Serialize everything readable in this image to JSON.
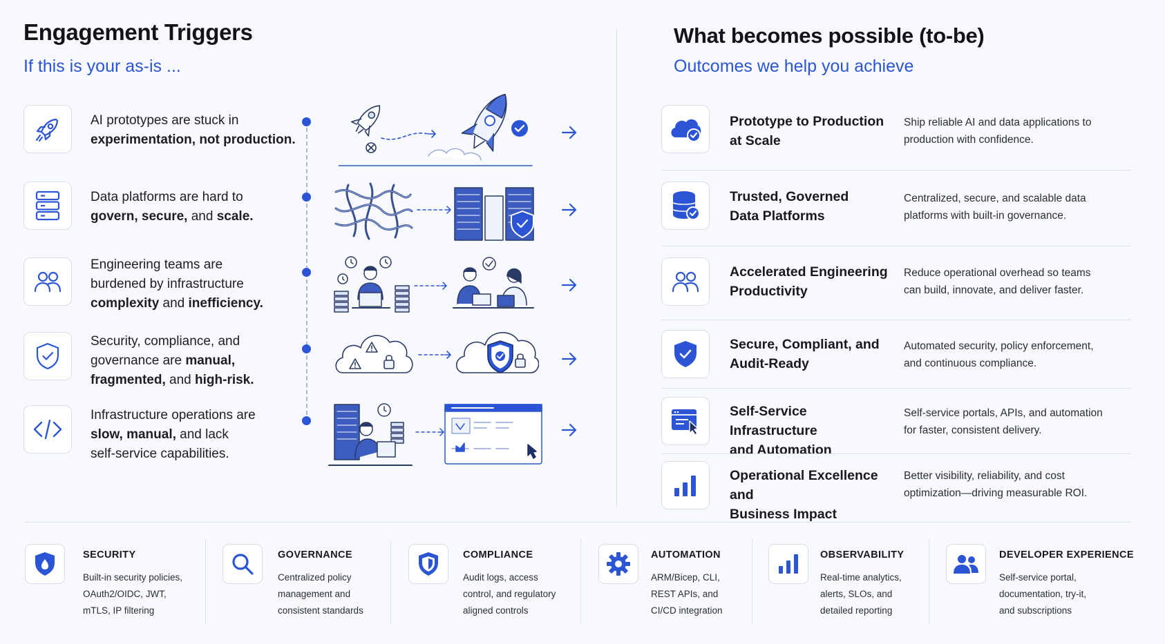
{
  "left": {
    "title": "Engagement Triggers",
    "subtitle": "If this is your as-is ...",
    "triggers": [
      {
        "icon": "rocket-icon",
        "line1": "AI prototypes are stuck in",
        "bold1": "experimentation, not production."
      },
      {
        "icon": "server-stack-icon",
        "line1": "Data platforms are hard to",
        "bold1": "govern, secure,",
        "mid1": " and ",
        "bold2": "scale."
      },
      {
        "icon": "users-icon",
        "line1": "Engineering teams are",
        "line2": "burdened by infrastructure",
        "bold1": "complexity",
        "mid1": " and ",
        "bold2": "inefficiency."
      },
      {
        "icon": "shield-check-icon",
        "line1": "Security, compliance, and",
        "line2a": "governance are ",
        "bold0": "manual,",
        "bold1": "fragmented,",
        "mid1": " and ",
        "bold2": "high-risk."
      },
      {
        "icon": "code-icon",
        "line1": "Infrastructure operations are",
        "bold1": "slow, manual,",
        "mid1": " and lack",
        "line3": "self-service capabilities."
      }
    ]
  },
  "right": {
    "title": "What becomes possible (to-be)",
    "subtitle": "Outcomes we help you achieve",
    "outcomes": [
      {
        "icon": "cloud-check-icon",
        "title1": "Prototype to Production",
        "title2": "at Scale",
        "desc1": "Ship reliable AI and data applications to",
        "desc2": "production with confidence."
      },
      {
        "icon": "database-check-icon",
        "title1": "Trusted, Governed",
        "title2": "Data Platforms",
        "desc1": "Centralized, secure, and scalable data",
        "desc2": "platforms with built-in governance."
      },
      {
        "icon": "users-icon",
        "title1": "Accelerated Engineering",
        "title2": "Productivity",
        "desc1": "Reduce operational overhead so teams",
        "desc2": "can build, innovate, and deliver faster."
      },
      {
        "icon": "shield-check-icon",
        "title1": "Secure, Compliant, and",
        "title2": "Audit-Ready",
        "desc1": "Automated security, policy enforcement,",
        "desc2": "and continuous compliance."
      },
      {
        "icon": "portal-cursor-icon",
        "title1": "Self-Service Infrastructure",
        "title2": "and Automation",
        "desc1": "Self-service portals, APIs, and automation",
        "desc2": "for faster, consistent delivery."
      },
      {
        "icon": "bar-chart-icon",
        "title1": "Operational Excellence and",
        "title2": "Business Impact",
        "desc1": "Better visibility, reliability, and cost",
        "desc2": "optimization—driving measurable ROI."
      }
    ]
  },
  "capabilities": [
    {
      "icon": "shield-icon",
      "title": "SECURITY",
      "lines": [
        "Built-in security policies,",
        "OAuth2/OIDC, JWT,",
        "mTLS, IP filtering"
      ]
    },
    {
      "icon": "search-icon",
      "title": "GOVERNANCE",
      "lines": [
        "Centralized policy",
        "management and",
        "consistent standards"
      ]
    },
    {
      "icon": "shield-outline-icon",
      "title": "COMPLIANCE",
      "lines": [
        "Audit logs, access",
        "control, and regulatory",
        "aligned controls"
      ]
    },
    {
      "icon": "gear-icon",
      "title": "AUTOMATION",
      "lines": [
        "ARM/Bicep, CLI,",
        "REST APIs, and",
        "CI/CD integration"
      ]
    },
    {
      "icon": "bar-chart-icon",
      "title": "OBSERVABILITY",
      "lines": [
        "Real-time analytics,",
        "alerts, SLOs, and",
        "detailed reporting"
      ]
    },
    {
      "icon": "users-icon",
      "title": "DEVELOPER EXPERIENCE",
      "lines": [
        "Self-service portal,",
        "documentation, try-it,",
        "and subscriptions"
      ]
    }
  ],
  "colors": {
    "accent": "#2b55d4",
    "accent_dark": "#1f44c2",
    "text": "#16181d",
    "background": "#f7f9fc"
  }
}
